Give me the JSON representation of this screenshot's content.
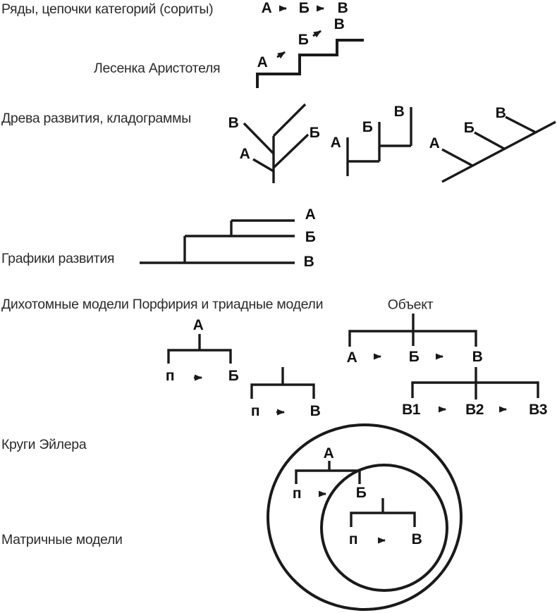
{
  "colors": {
    "background": "#ffffff",
    "ink": "#1a1a1a",
    "label_text": "#2b2b2b"
  },
  "icons": {
    "arrow_right": "→",
    "arrow_up_right": "↗"
  },
  "labels": {
    "sorites": "Ряды, цепочки категорий (сориты)",
    "ladder": "Лесенка Аристотеля",
    "trees": "Древа развития, кладограммы",
    "graphs": "Графики развития",
    "dichotomy": "Дихотомные модели Порфирия и триадные модели",
    "euler": "Круги Эйлера",
    "matrix": "Матричные модели"
  },
  "diagrams": {
    "sorites_chain": {
      "a": "А",
      "b": "Б",
      "c": "В"
    },
    "aristotle_ladder": {
      "a": "А",
      "b": "Б",
      "c": "В"
    },
    "cladogram_branching": {
      "a": "А",
      "b": "Б",
      "c": "В"
    },
    "cladogram_rect": {
      "a": "А",
      "b": "Б",
      "c": "В"
    },
    "cladogram_diagonal": {
      "a": "А",
      "b": "Б",
      "c": "В"
    },
    "development_graph": {
      "a": "А",
      "b": "Б",
      "c": "В"
    },
    "porphyry_ab": {
      "root": "А",
      "left": "п",
      "right": "Б"
    },
    "porphyry_v": {
      "left": "п",
      "right": "В"
    },
    "triad": {
      "root": "Объект",
      "row1": {
        "a": "А",
        "b": "Б",
        "c": "В"
      },
      "row2": {
        "a": "В1",
        "b": "В2",
        "c": "В3"
      }
    },
    "euler_outer_model": {
      "root": "А",
      "left": "п",
      "right": "Б"
    },
    "euler_inner_model": {
      "left": "п",
      "right": "В"
    }
  }
}
